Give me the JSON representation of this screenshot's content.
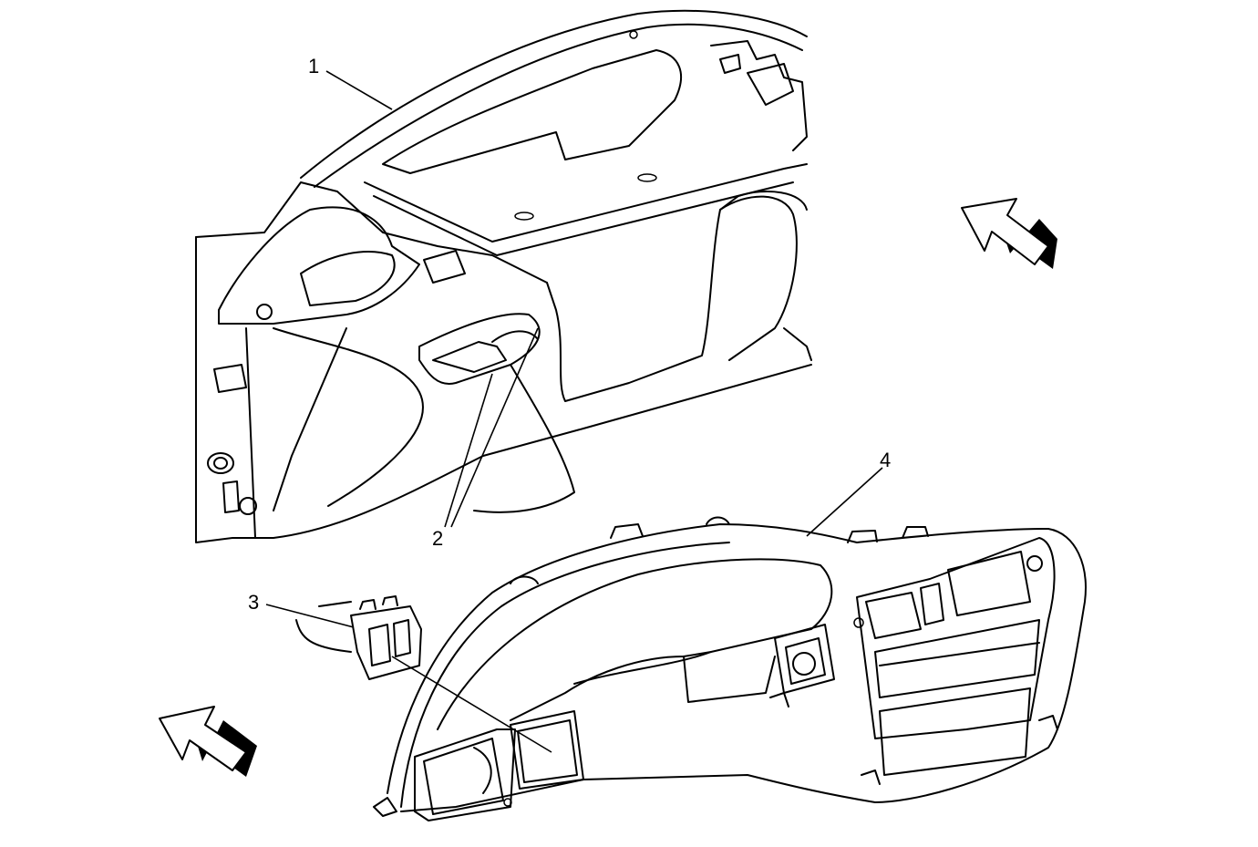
{
  "callouts": [
    {
      "id": "1",
      "label": "1"
    },
    {
      "id": "2",
      "label": "2"
    },
    {
      "id": "3",
      "label": "3"
    },
    {
      "id": "4",
      "label": "4"
    }
  ],
  "arrows": [
    {
      "id": "view-arrow-upper-right",
      "icon": "direction-arrow-icon"
    },
    {
      "id": "view-arrow-lower-left",
      "icon": "direction-arrow-icon"
    }
  ]
}
